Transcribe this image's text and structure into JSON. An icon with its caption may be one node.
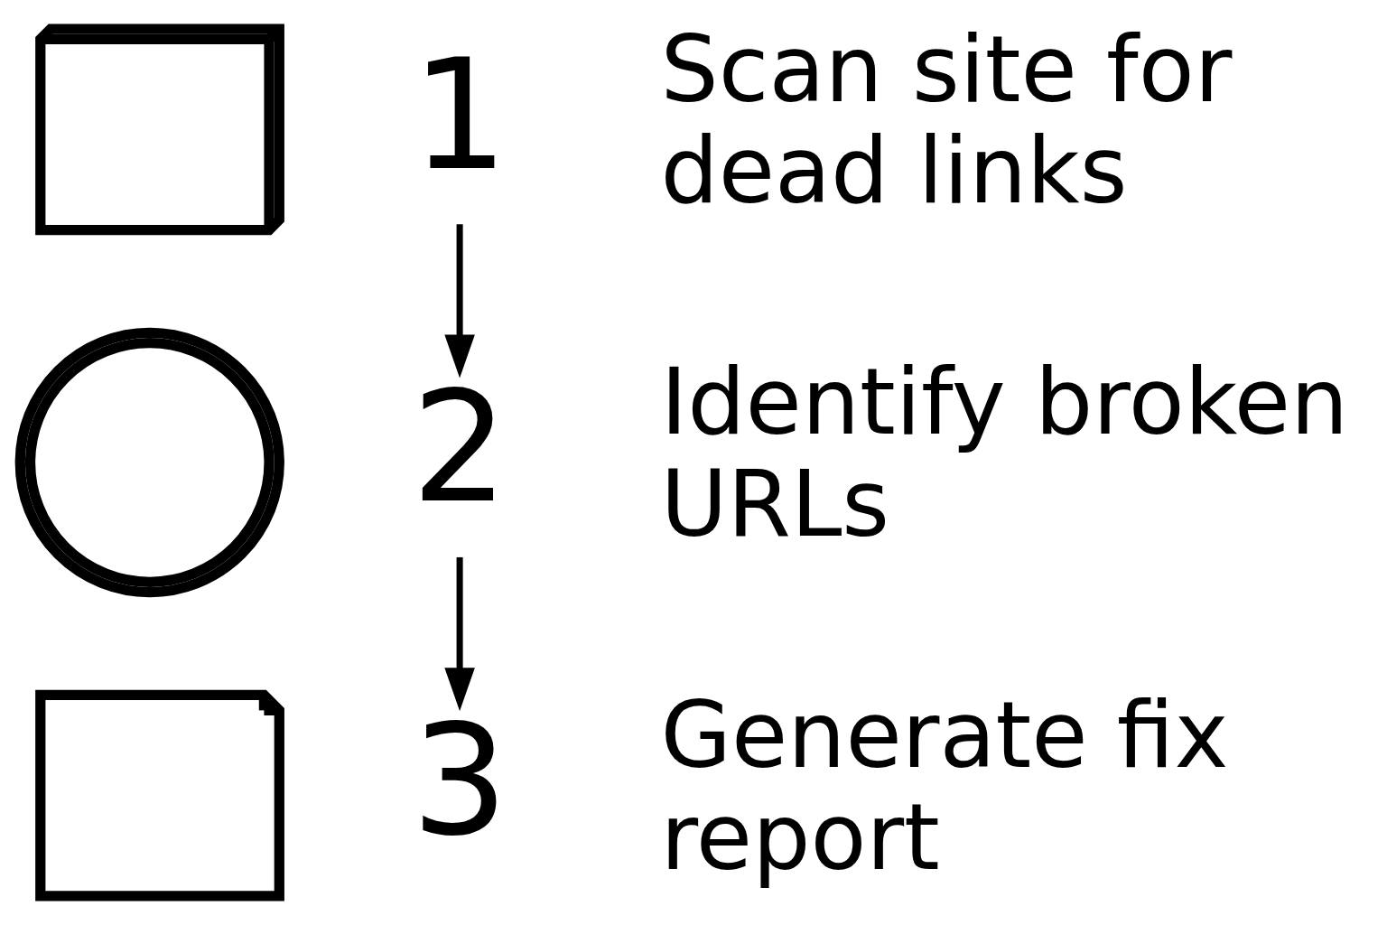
{
  "diagram": {
    "nodes": [
      {
        "text": [],
        "shape": "picture"
      },
      {
        "text": [
          "1"
        ],
        "beside": [
          "Scan site for dead links"
        ]
      },
      {
        "text": [],
        "shape": "picture"
      },
      {
        "text": [
          "2"
        ],
        "beside": [
          "Identify broken URLs"
        ]
      },
      {
        "text": [],
        "shape": "picture"
      },
      {
        "text": [
          "3"
        ],
        "beside": [
          "Generate fix report"
        ]
      }
    ],
    "edges": [
      {
        "from": 1,
        "to": 3,
        "arrow": "to"
      },
      {
        "from": 3,
        "to": 5,
        "arrow": "to"
      }
    ]
  }
}
